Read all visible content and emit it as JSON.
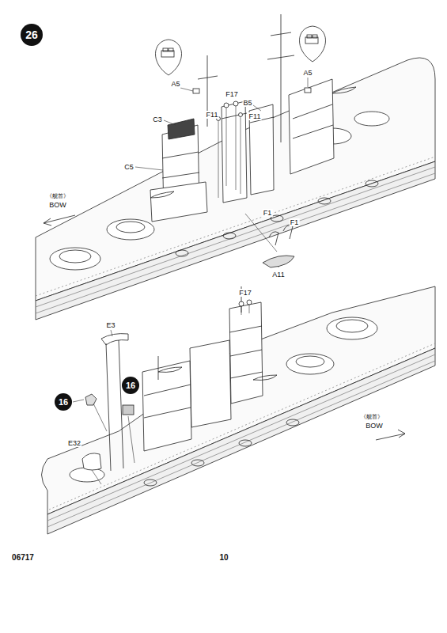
{
  "diagram": {
    "nodes": [
      {
        "text": [
          "26"
        ]
      },
      {
        "text": [
          "16"
        ]
      },
      {
        "text": [
          "16"
        ]
      }
    ],
    "labels": [
      "A5",
      "A5",
      "F17",
      "B5",
      "F11",
      "F11",
      "C3",
      "C5",
      "F1",
      "F1",
      "A11",
      "《舰首》",
      "BOW",
      "F17",
      "E3",
      "E32",
      "《舰首》",
      "BOW",
      "06717",
      "10"
    ]
  }
}
